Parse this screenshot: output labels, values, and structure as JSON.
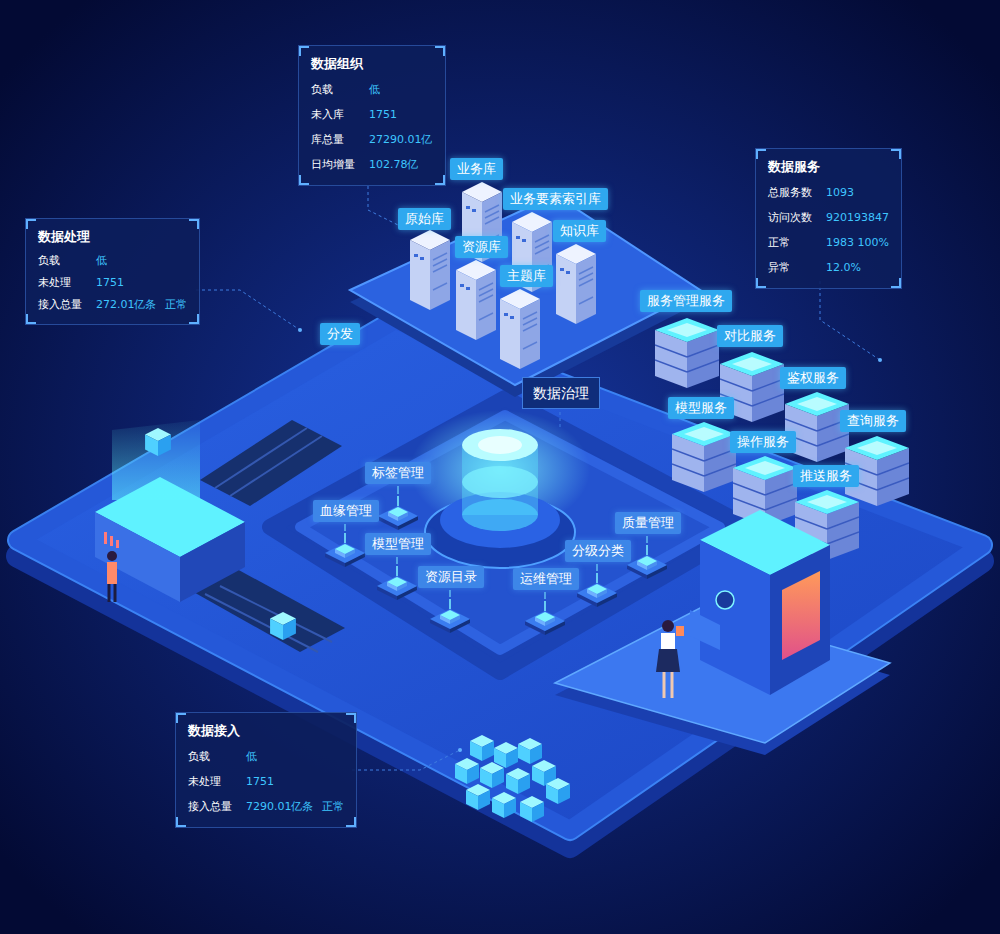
{
  "diagram": {
    "nodes": [
      {
        "text": [
          "数据组织",
          "负载",
          "低",
          "未入库",
          "1751",
          "库总量",
          "27290.01亿",
          "日均增量",
          "102.78亿"
        ]
      },
      {
        "text": [
          "数据服务",
          "总服务数",
          "1093",
          "访问次数",
          "920193847",
          "正常",
          "1983 100%",
          "异常",
          "12.0%"
        ]
      },
      {
        "text": [
          "业务库"
        ]
      },
      {
        "text": [
          "业务要素索引库"
        ]
      },
      {
        "text": [
          "原始库"
        ]
      },
      {
        "text": [
          "知识库"
        ]
      },
      {
        "text": [
          "数据处理",
          "负载",
          "低",
          "未处理",
          "1751",
          "接入总量",
          "272.01亿条",
          "正常"
        ]
      },
      {
        "text": [
          "资源库"
        ]
      },
      {
        "text": [
          "主题库"
        ]
      },
      {
        "text": [
          "服务管理服务"
        ]
      },
      {
        "text": [
          "分发"
        ]
      },
      {
        "text": [
          "对比服务"
        ]
      },
      {
        "text": [
          "鉴权服务"
        ]
      },
      {
        "text": [
          "数据治理"
        ]
      },
      {
        "text": [
          "模型服务"
        ]
      },
      {
        "text": [
          "查询服务"
        ]
      },
      {
        "text": [
          "操作服务"
        ]
      },
      {
        "text": [
          "标签管理"
        ]
      },
      {
        "text": [
          "推送服务"
        ]
      },
      {
        "text": [
          "血缘管理"
        ]
      },
      {
        "text": [
          "质量管理"
        ]
      },
      {
        "text": [
          "模型管理"
        ]
      },
      {
        "text": [
          "分级分类"
        ]
      },
      {
        "text": [
          "资源目录"
        ]
      },
      {
        "text": [
          "运维管理"
        ]
      },
      {
        "text": [
          "数据接入",
          "负载",
          "低",
          "未处理",
          "1751",
          "接入总量",
          "7290.01亿条",
          "正常"
        ]
      }
    ]
  }
}
